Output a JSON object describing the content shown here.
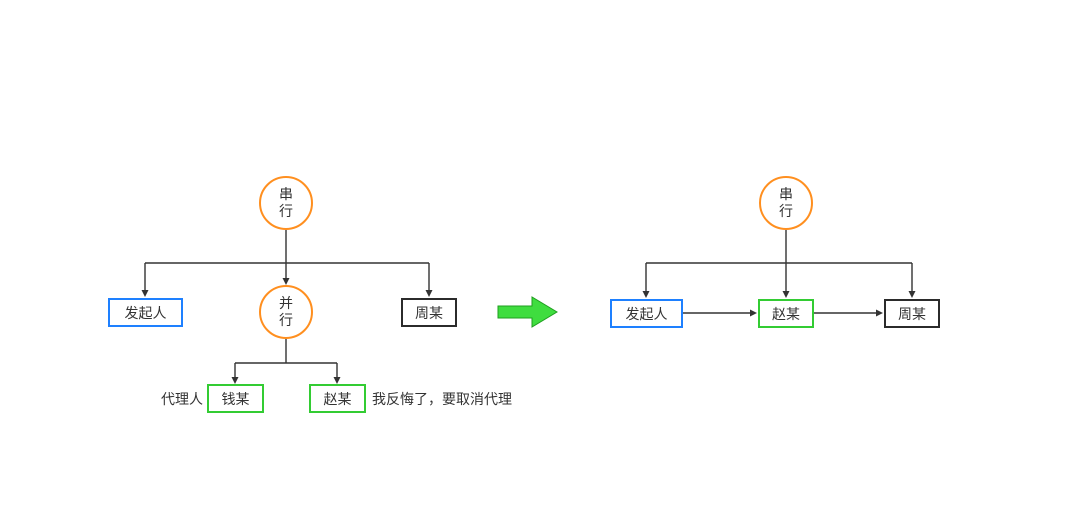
{
  "left": {
    "serial": [
      "串",
      "行"
    ],
    "parallel": [
      "并",
      "行"
    ],
    "initiator": "发起人",
    "zhou": "周某",
    "qian": "钱某",
    "zhao": "赵某",
    "agent_label": "代理人",
    "regret_text": "我反悔了，要取消代理"
  },
  "right": {
    "serial": [
      "串",
      "行"
    ],
    "initiator": "发起人",
    "zhao": "赵某",
    "zhou": "周某"
  },
  "colors": {
    "orange": "#FF8F1F",
    "blue": "#1E80FF",
    "green": "#33CC33",
    "node_black": "#2b2b2b",
    "line": "#333333",
    "arrow_fill": "#3FDD3F",
    "arrow_stroke": "#1F9E1F"
  }
}
